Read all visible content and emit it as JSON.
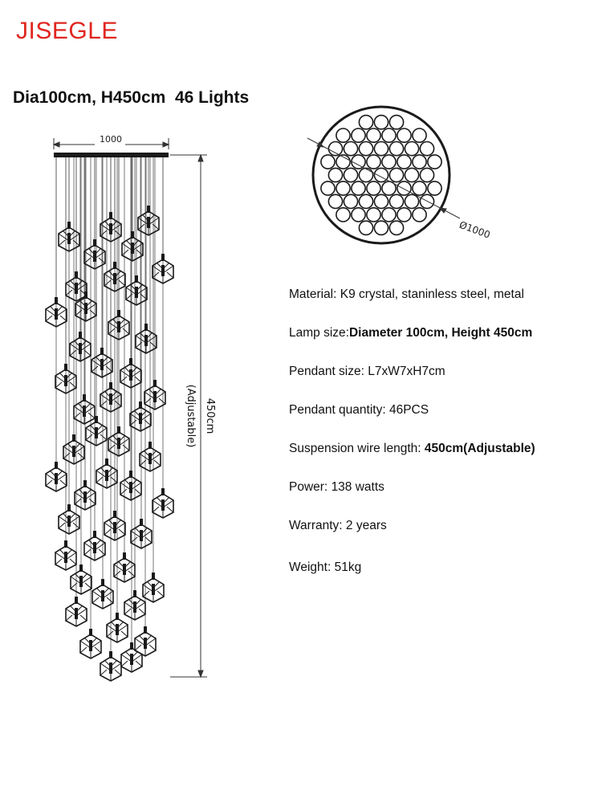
{
  "brand": "JISEGLE",
  "headline": "Dia100cm, H450cm  46 Lights",
  "drawing": {
    "width_label": "1000",
    "height_label": "450cm",
    "adjustable_label": "(Adjustable)",
    "diameter_label": "Ø1000",
    "pendant_count": 46
  },
  "specs": [
    {
      "label": "Material: ",
      "value": "K9 crystal, staninless steel, metal",
      "bold": false
    },
    {
      "label": "Lamp size:",
      "value": "Diameter 100cm, Height 450cm",
      "bold": true
    },
    {
      "label": "Pendant size: ",
      "value": "L7xW7xH7cm",
      "bold": false
    },
    {
      "label": "Pendant quantity: ",
      "value": "46PCS",
      "bold": false
    },
    {
      "label": "Suspension wire length: ",
      "value": "450cm(Adjustable)",
      "bold": true
    },
    {
      "label": "Power: ",
      "value": "138 watts",
      "bold": false
    },
    {
      "label": "Warranty: ",
      "value": "2 years",
      "bold": false
    },
    {
      "label": "Weight: ",
      "value": "51kg",
      "bold": false
    }
  ]
}
